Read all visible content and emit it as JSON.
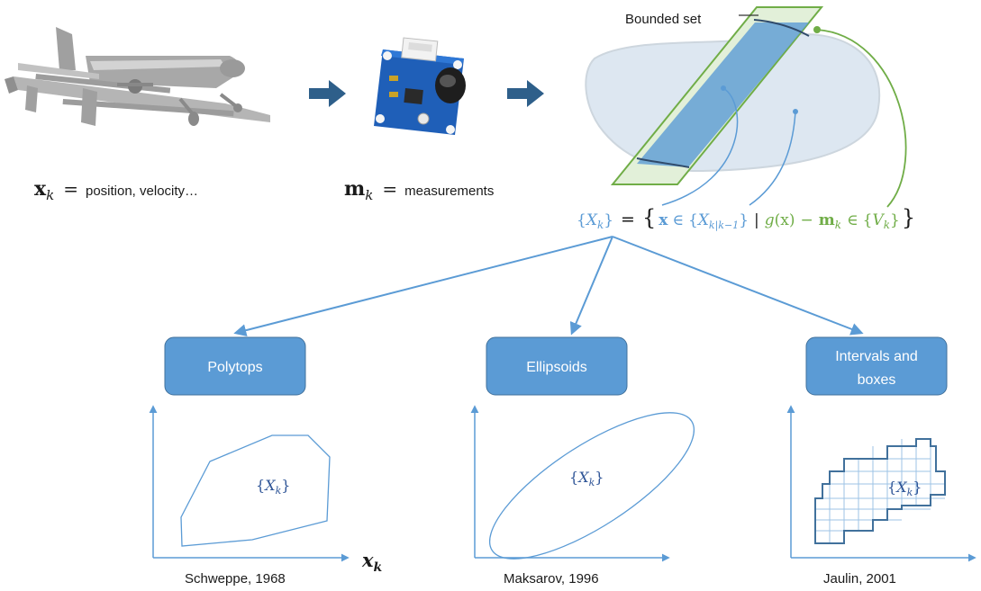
{
  "colors": {
    "blue": "#5b9bd5",
    "dark_blue": "#2f5597",
    "arrow_dark": "#2e5f8a",
    "green": "#70ad47",
    "text": "#1a1a1a"
  },
  "state": {
    "var_main": "x",
    "var_sub": "k",
    "eq": "=",
    "label": "position, velocity…",
    "icon": "aircraft-icon"
  },
  "measure": {
    "var_main": "m",
    "var_sub": "k",
    "eq": "=",
    "label": "measurements",
    "icon": "sensor-board-icon"
  },
  "bounded_set_label": "Bounded set",
  "equation": {
    "lhs_open": "{",
    "lhs_var": "X",
    "lhs_sub": "k",
    "lhs_close": "}",
    "eq": "=",
    "brace_open": "{",
    "bold_x": "x",
    "in1": "∈",
    "prior_open": "{",
    "prior_var": "X",
    "prior_sub": "k|k−1",
    "prior_close": "}",
    "bar": "|",
    "g_fn": "g",
    "g_arg": "(x)",
    "minus": "−",
    "m": "m",
    "m_sub": "k",
    "in2": "∈",
    "v_open": "{",
    "v_var": "V",
    "v_sub": "k",
    "v_close": "}",
    "brace_close": "}"
  },
  "methods": [
    {
      "name": "Polytops",
      "citation": "Schweppe, 1968",
      "set_var": "X",
      "set_sub": "k"
    },
    {
      "name": "Ellipsoids",
      "citation": "Maksarov, 1996",
      "set_var": "X",
      "set_sub": "k"
    },
    {
      "name": "Intervals and boxes",
      "name_line1": "Intervals and",
      "name_line2": "boxes",
      "citation": "Jaulin, 2001",
      "set_var": "X",
      "set_sub": "k"
    }
  ],
  "axis_label": {
    "main": "x",
    "sub": "k"
  }
}
